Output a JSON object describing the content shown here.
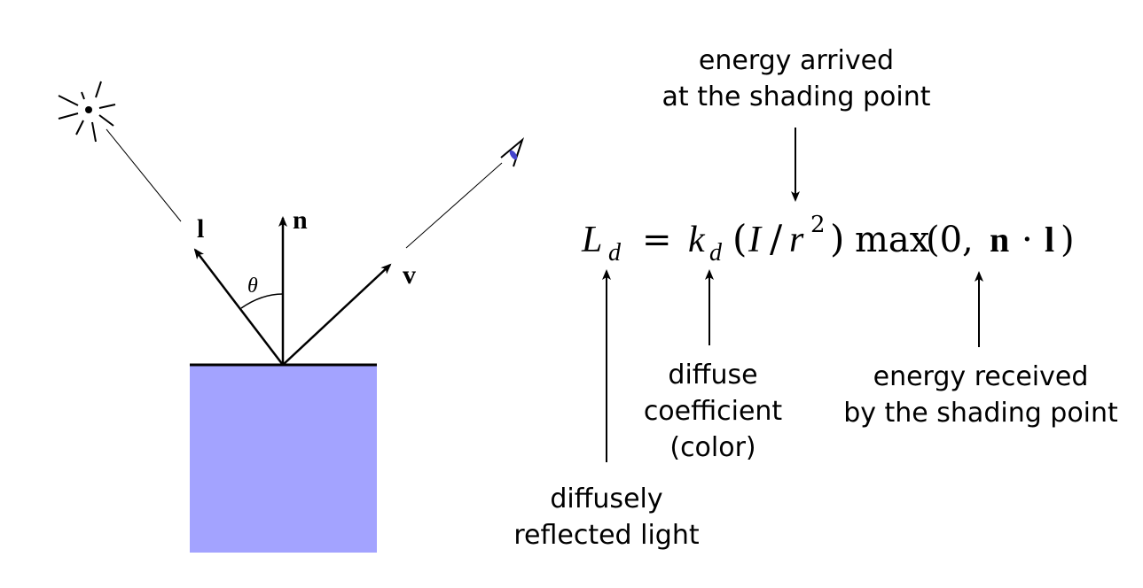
{
  "colors": {
    "surface_fill": "#a3a3ff",
    "ink": "#000000",
    "eye_pupil": "#4444cc"
  },
  "icons": {
    "light_source": "sun-icon",
    "viewer": "eye-icon"
  },
  "vectors": {
    "light": "l",
    "normal": "n",
    "view": "v",
    "angle": "θ"
  },
  "equation": {
    "L": "L",
    "d_sub": "d",
    "equals": "=",
    "k": "k",
    "k_sub": "d",
    "paren_open": "(",
    "I": "I",
    "slash": "/",
    "r": "r",
    "sq": "2",
    "paren_close": ")",
    "max": "max",
    "max_args_open": "(0,",
    "n": "n",
    "dot": "·",
    "l": "l",
    "max_args_close": ")"
  },
  "annotations": {
    "energy_arrived": [
      "energy arrived",
      "at the shading point"
    ],
    "diffuse_coefficient": [
      "diffuse",
      "coefficient",
      "(color)"
    ],
    "energy_received": [
      "energy received",
      "by the shading point"
    ],
    "diffusely_reflected": [
      "diffusely",
      "reflected light"
    ]
  }
}
